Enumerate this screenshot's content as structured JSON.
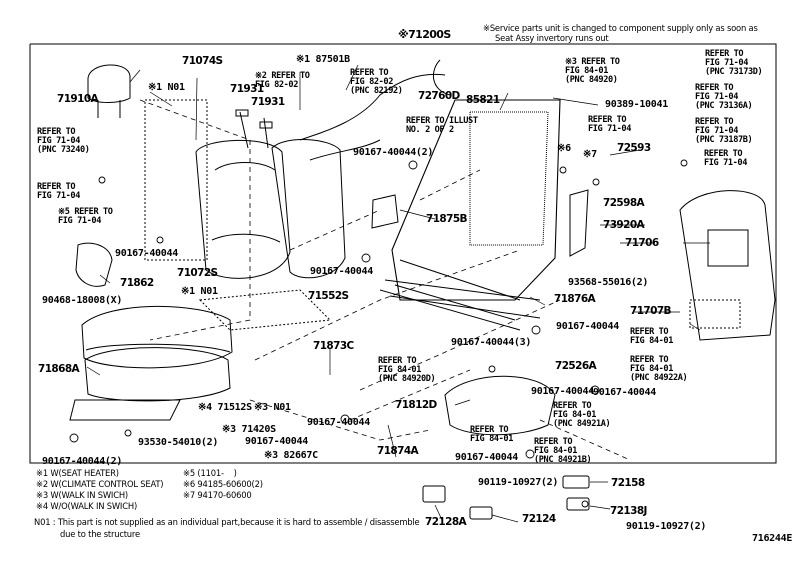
{
  "header": {
    "assembly_number": "※71200S",
    "service_note_line1": "※Service parts unit is changed to component supply only as soon as",
    "service_note_line2": "Seat Assy invertory runs out"
  },
  "labels": [
    {
      "id": "p71074s",
      "text": "71074S",
      "cls": "big"
    },
    {
      "id": "p71910a",
      "text": "71910A",
      "cls": "big"
    },
    {
      "id": "p1n01a",
      "text": "※1 N01",
      "cls": "pn"
    },
    {
      "id": "p71931a",
      "text": "71931",
      "cls": "big"
    },
    {
      "id": "p71931b",
      "text": "71931",
      "cls": "big"
    },
    {
      "id": "p87501b",
      "text": "※1 87501B",
      "cls": "pn"
    },
    {
      "id": "p72760d",
      "text": "72760D",
      "cls": "big"
    },
    {
      "id": "p85821",
      "text": "85821",
      "cls": "big"
    },
    {
      "id": "p90389",
      "text": "90389-10041",
      "cls": "pn"
    },
    {
      "id": "p72593",
      "text": "72593",
      "cls": "big"
    },
    {
      "id": "p6",
      "text": "※6",
      "cls": "pn"
    },
    {
      "id": "p7",
      "text": "※7",
      "cls": "pn"
    },
    {
      "id": "p72598a",
      "text": "72598A",
      "cls": "big"
    },
    {
      "id": "p73920a",
      "text": "73920A",
      "cls": "big"
    },
    {
      "id": "p71706",
      "text": "71706",
      "cls": "big"
    },
    {
      "id": "p93568",
      "text": "93568-55016(2)",
      "cls": "pn"
    },
    {
      "id": "p71707b",
      "text": "71707B",
      "cls": "big"
    },
    {
      "id": "p90167a",
      "text": "90167-40044(2)",
      "cls": "pn"
    },
    {
      "id": "p71875b",
      "text": "71875B",
      "cls": "big"
    },
    {
      "id": "p90167b",
      "text": "90167-40044",
      "cls": "pn"
    },
    {
      "id": "p90167c",
      "text": "90167-40044",
      "cls": "pn"
    },
    {
      "id": "p71862",
      "text": "71862",
      "cls": "big"
    },
    {
      "id": "p71072s",
      "text": "71072S",
      "cls": "big"
    },
    {
      "id": "p1n01b",
      "text": "※1 N01",
      "cls": "pn"
    },
    {
      "id": "p90468",
      "text": "90468-18008(X)",
      "cls": "pn"
    },
    {
      "id": "p71552s",
      "text": "71552S",
      "cls": "big"
    },
    {
      "id": "p71876a",
      "text": "71876A",
      "cls": "big"
    },
    {
      "id": "p90167d",
      "text": "90167-40044",
      "cls": "pn"
    },
    {
      "id": "p71868a",
      "text": "71868A",
      "cls": "big"
    },
    {
      "id": "p71873c",
      "text": "71873C",
      "cls": "big"
    },
    {
      "id": "p90167e",
      "text": "90167-40044(3)",
      "cls": "pn"
    },
    {
      "id": "p72526a",
      "text": "72526A",
      "cls": "big"
    },
    {
      "id": "p90167f",
      "text": "90167-40044",
      "cls": "pn"
    },
    {
      "id": "p71812d",
      "text": "71812D",
      "cls": "big"
    },
    {
      "id": "p71512s",
      "text": "※4 71512S",
      "cls": "pn"
    },
    {
      "id": "p3n01",
      "text": "※3 N01",
      "cls": "pn"
    },
    {
      "id": "p90167g",
      "text": "90167-40044",
      "cls": "pn"
    },
    {
      "id": "p93530",
      "text": "93530-54010(2)",
      "cls": "pn"
    },
    {
      "id": "p71420s",
      "text": "※3 71420S",
      "cls": "pn"
    },
    {
      "id": "p90167h",
      "text": "90167-40044",
      "cls": "pn"
    },
    {
      "id": "p82667c",
      "text": "※3 82667C",
      "cls": "pn"
    },
    {
      "id": "p71874a",
      "text": "71874A",
      "cls": "big"
    },
    {
      "id": "p90167i",
      "text": "90167-40044(2)",
      "cls": "pn"
    },
    {
      "id": "p90167j",
      "text": "90167-40044",
      "cls": "pn"
    },
    {
      "id": "p90119a",
      "text": "90119-10927(2)",
      "cls": "pn"
    },
    {
      "id": "p72158",
      "text": "72158",
      "cls": "big"
    },
    {
      "id": "p72138j",
      "text": "72138J",
      "cls": "big"
    },
    {
      "id": "p72124",
      "text": "72124",
      "cls": "big"
    },
    {
      "id": "p72128a",
      "text": "72128A",
      "cls": "big"
    },
    {
      "id": "p90119b",
      "text": "90119-10927(2)",
      "cls": "pn"
    },
    {
      "id": "p90167k",
      "text": "90167-40044",
      "cls": "pn"
    },
    {
      "id": "figno",
      "text": "716244E",
      "cls": "pn"
    }
  ],
  "refs": [
    {
      "id": "r1",
      "text": "REFER TO\nFIG 71-04\n(PNC 73240)"
    },
    {
      "id": "r2",
      "text": "REFER TO\nFIG 71-04"
    },
    {
      "id": "r3",
      "text": "※5 REFER TO\nFIG 71-04"
    },
    {
      "id": "r4",
      "text": "※2 REFER TO\nFIG 82-02"
    },
    {
      "id": "r5",
      "text": "REFER TO\nFIG 82-02\n(PNC 82192)"
    },
    {
      "id": "r6",
      "text": "REFER TO ILLUST\nNO. 2 OF 2"
    },
    {
      "id": "r7",
      "text": "※3 REFER TO\nFIG 84-01\n(PNC 84920)"
    },
    {
      "id": "r8",
      "text": "REFER TO\nFIG 71-04\n(PNC 73173D)"
    },
    {
      "id": "r9",
      "text": "REFER TO\nFIG 71-04\n(PNC 73136A)"
    },
    {
      "id": "r10",
      "text": "REFER TO\nFIG 71-04"
    },
    {
      "id": "r11",
      "text": "REFER TO\nFIG 71-04\n(PNC 73187B)"
    },
    {
      "id": "r12",
      "text": "REFER TO\nFIG 71-04"
    },
    {
      "id": "r13",
      "text": "REFER TO\nFIG 84-01\n(PNC 84920D)"
    },
    {
      "id": "r14",
      "text": "REFER TO\nFIG 84-01"
    },
    {
      "id": "r15",
      "text": "REFER TO\nFIG 84-01\n(PNC 84922A)"
    },
    {
      "id": "r16",
      "text": "REFER TO\nFIG 84-01\n(PNC 84921A)"
    },
    {
      "id": "r17",
      "text": "REFER TO\nFIG 84-01"
    },
    {
      "id": "r18",
      "text": "REFER TO\nFIG 84-01\n(PNC 84921B)"
    }
  ],
  "legend": {
    "col1": [
      "※1 W(SEAT HEATER)",
      "※2 W(CLIMATE CONTROL SEAT)",
      "※3 W(WALK IN SWICH)",
      "※4 W/O(WALK IN SWICH)"
    ],
    "col2": [
      "※5 (1101-    )",
      "※6 94185-60600(2)",
      "※7 94170-60600"
    ],
    "n01_note_line1": "N01 : This part is not supplied as an individual part,because it is hard to assemble / disassemble",
    "n01_note_line2": "due to the structure"
  }
}
